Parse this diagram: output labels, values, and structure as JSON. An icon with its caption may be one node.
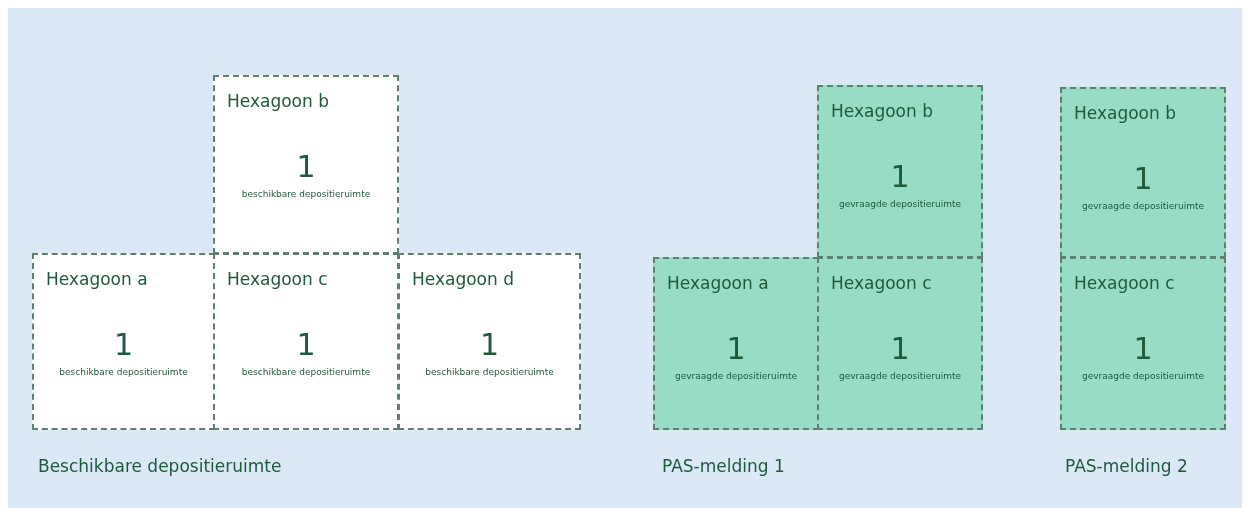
{
  "diagram": {
    "nodes": [
      {
        "text": [
          "Hexagoon b",
          "1",
          "beschikbare depositieruimte"
        ]
      },
      {
        "text": [
          "Hexagoon a",
          "1",
          "beschikbare depositieruimte"
        ]
      },
      {
        "text": [
          "Hexagoon c",
          "1",
          "beschikbare depositieruimte"
        ]
      },
      {
        "text": [
          "Hexagoon d",
          "1",
          "beschikbare depositieruimte"
        ]
      },
      {
        "text": [
          "Hexagoon b",
          "1",
          "gevraagde depositieruimte"
        ]
      },
      {
        "text": [
          "Hexagoon a",
          "1",
          "gevraagde depositieruimte"
        ]
      },
      {
        "text": [
          "Hexagoon c",
          "1",
          "gevraagde depositieruimte"
        ]
      },
      {
        "text": [
          "Hexagoon b",
          "1",
          "gevraagde depositieruimte"
        ]
      },
      {
        "text": [
          "Hexagoon c",
          "1",
          "gevraagde depositieruimte"
        ]
      }
    ],
    "edges": [],
    "labels": [
      "Beschikbare depositieruimte",
      "PAS-melding 1",
      "PAS-melding 2"
    ]
  }
}
